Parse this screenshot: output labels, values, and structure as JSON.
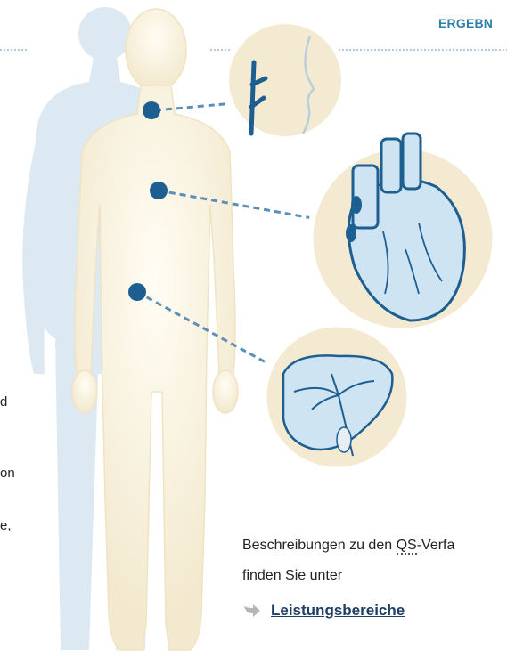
{
  "header": {
    "label": "ERGEBN"
  },
  "left_fragments": {
    "line1": "d",
    "line2": "on",
    "line3": "e,"
  },
  "info": {
    "description_prefix": "Beschreibungen zu den ",
    "qs_abbr": "QS",
    "description_suffix": "-Verfa",
    "line2": "finden Sie unter"
  },
  "link": {
    "label": "Leistungsbereiche",
    "icon": "arrow-right-icon"
  },
  "colors": {
    "accent": "#2f7fa8",
    "marker": "#1e5f92",
    "body_fill": "#f6efd8",
    "shadow_fill": "#dce9f3",
    "circle_fill": "#f3ead1",
    "organ_fill": "#cfe4f2",
    "link": "#1f3f66"
  }
}
